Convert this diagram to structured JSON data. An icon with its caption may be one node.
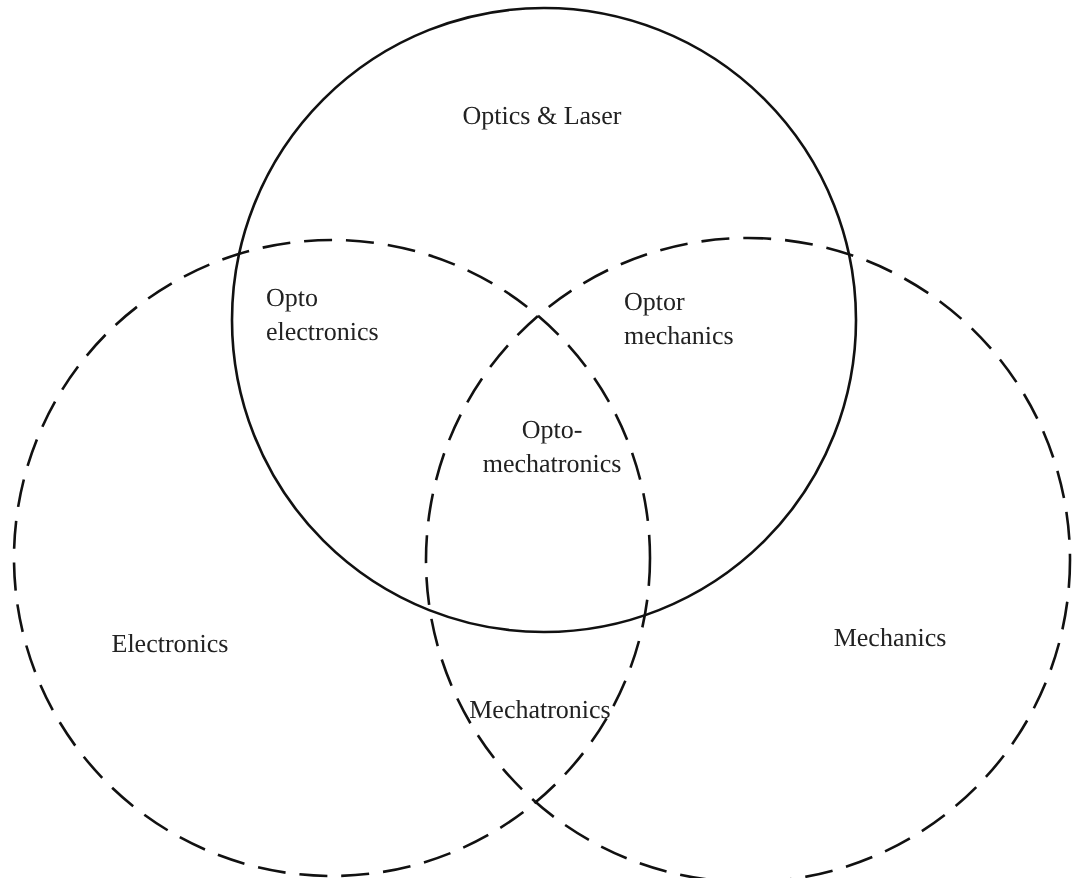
{
  "diagram": {
    "nodes": [
      {
        "text": [
          "Optics & Laser"
        ]
      },
      {
        "text": [
          "Electronics"
        ]
      },
      {
        "text": [
          "Mechanics"
        ]
      }
    ],
    "labels": [
      "Opto electronics",
      "Optor mechanics",
      "Opto- mechatronics",
      "Mechatronics"
    ]
  }
}
